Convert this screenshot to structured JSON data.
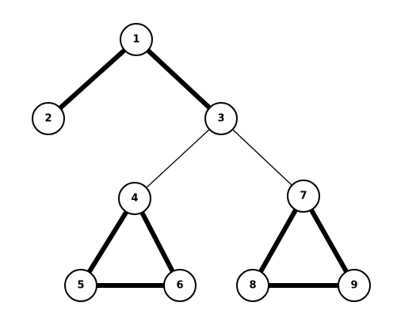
{
  "graph": {
    "nodes": [
      {
        "id": "1",
        "label": "1"
      },
      {
        "id": "2",
        "label": "2"
      },
      {
        "id": "3",
        "label": "3"
      },
      {
        "id": "4",
        "label": "4"
      },
      {
        "id": "5",
        "label": "5"
      },
      {
        "id": "6",
        "label": "6"
      },
      {
        "id": "7",
        "label": "7"
      },
      {
        "id": "8",
        "label": "8"
      },
      {
        "id": "9",
        "label": "9"
      }
    ],
    "edges": [
      {
        "from": "1",
        "to": "2",
        "weight": "thick"
      },
      {
        "from": "1",
        "to": "3",
        "weight": "thick"
      },
      {
        "from": "3",
        "to": "4",
        "weight": "thin"
      },
      {
        "from": "3",
        "to": "7",
        "weight": "thin"
      },
      {
        "from": "4",
        "to": "5",
        "weight": "thick"
      },
      {
        "from": "4",
        "to": "6",
        "weight": "thick"
      },
      {
        "from": "5",
        "to": "6",
        "weight": "thick"
      },
      {
        "from": "7",
        "to": "8",
        "weight": "thick"
      },
      {
        "from": "7",
        "to": "9",
        "weight": "thick"
      },
      {
        "from": "8",
        "to": "9",
        "weight": "thick"
      }
    ],
    "colors": {
      "stroke": "#000000",
      "fill": "#ffffff"
    }
  }
}
